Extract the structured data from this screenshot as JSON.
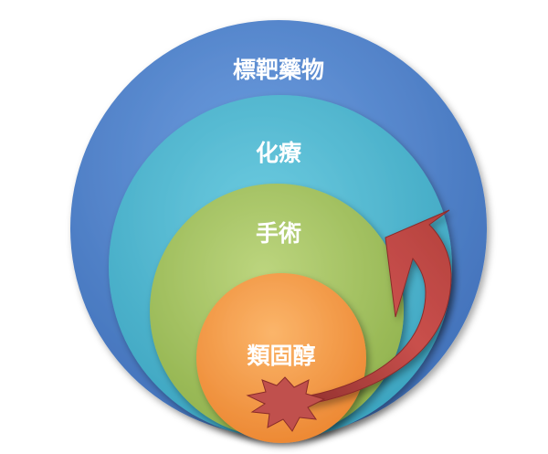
{
  "rings": [
    {
      "label": "標靶藥物",
      "color": "#5b8bd0"
    },
    {
      "label": "化療",
      "color": "#4bb6cf"
    },
    {
      "label": "手術",
      "color": "#a5c463"
    },
    {
      "label": "類固醇",
      "color": "#f79a45"
    }
  ],
  "arrow_color": "#c0504d",
  "starburst_color": "#c0504d"
}
